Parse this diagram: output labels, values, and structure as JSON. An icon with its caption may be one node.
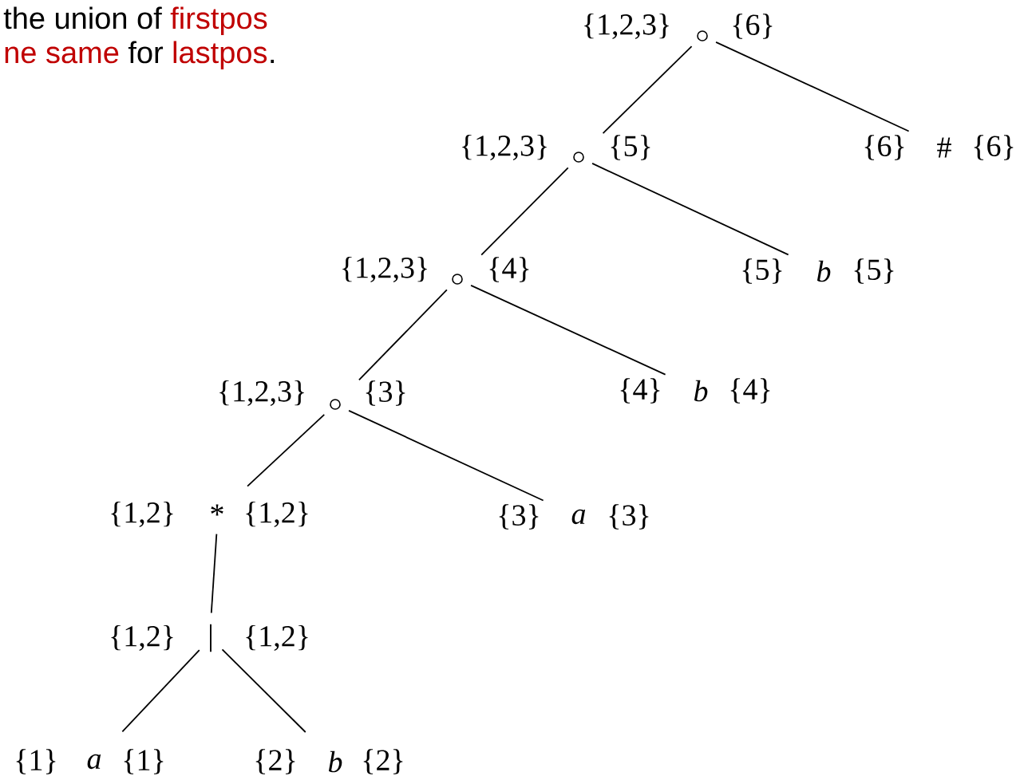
{
  "diagram": {
    "nodes": [
      {
        "text": [],
        "shape": "circle",
        "beside": [
          "{1,2,3}",
          "{6}"
        ]
      },
      {
        "text": [],
        "shape": "circle",
        "beside": [
          "{1,2,3}",
          "{5}"
        ]
      },
      {
        "text": [
          "#"
        ],
        "beside": [
          "{6}",
          "{6}"
        ]
      },
      {
        "text": [],
        "shape": "circle",
        "beside": [
          "{1,2,3}",
          "{4}"
        ]
      },
      {
        "text": [
          "b"
        ],
        "beside": [
          "{5}",
          "{5}"
        ]
      },
      {
        "text": [],
        "shape": "circle",
        "beside": [
          "{1,2,3}",
          "{3}"
        ]
      },
      {
        "text": [
          "b"
        ],
        "beside": [
          "{4}",
          "{4}"
        ]
      },
      {
        "text": [
          "*"
        ],
        "beside": [
          "{1,2}",
          "{1,2}"
        ]
      },
      {
        "text": [
          "a"
        ],
        "beside": [
          "{3}",
          "{3}"
        ]
      },
      {
        "text": [
          "|"
        ],
        "beside": [
          "{1,2}",
          "{1,2}"
        ]
      },
      {
        "text": [
          "a"
        ],
        "beside": [
          "{1}",
          "{1}"
        ]
      },
      {
        "text": [
          "b"
        ],
        "beside": [
          "{2}",
          "{2}"
        ]
      }
    ],
    "edges": [
      {
        "from": 0,
        "to": 1,
        "arrow": "none"
      },
      {
        "from": 0,
        "to": 2,
        "arrow": "none"
      },
      {
        "from": 1,
        "to": 3,
        "arrow": "none"
      },
      {
        "from": 1,
        "to": 4,
        "arrow": "none"
      },
      {
        "from": 3,
        "to": 5,
        "arrow": "none"
      },
      {
        "from": 3,
        "to": 6,
        "arrow": "none"
      },
      {
        "from": 5,
        "to": 7,
        "arrow": "none"
      },
      {
        "from": 5,
        "to": 8,
        "arrow": "none"
      },
      {
        "from": 7,
        "to": 9,
        "arrow": "none"
      },
      {
        "from": 9,
        "to": 10,
        "arrow": "none"
      },
      {
        "from": 9,
        "to": 11,
        "arrow": "none"
      }
    ],
    "labels": [
      "the union of",
      "firstpos",
      "ne same",
      "for",
      "lastpos",
      "."
    ]
  }
}
